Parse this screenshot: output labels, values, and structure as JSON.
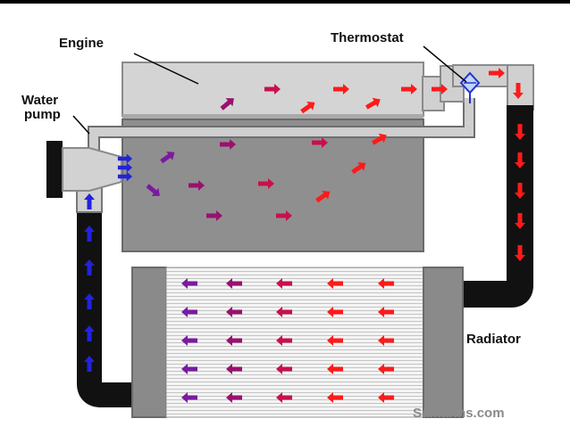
{
  "labels": {
    "engine": "Engine",
    "thermostat": "Thermostat",
    "water_pump_line1": "Water",
    "water_pump_line2": "pump",
    "radiator": "Radiator"
  },
  "credit": "Samarins.com",
  "colors": {
    "hot": "#ff1a1a",
    "warm": "#c8104a",
    "mid": "#99116e",
    "cool": "#7a1aa0",
    "cold": "#2222dd",
    "hose": "#111111",
    "engine_head": "#d4d4d4",
    "engine_block": "#8f8f8f",
    "radiator_core": "#f2f2f2",
    "radiator_tank": "#8a8a8a",
    "pipe": "#cfcfcf"
  },
  "icons": {
    "flow_arrow": "arrow-icon",
    "thermostat_valve": "valve-icon"
  }
}
